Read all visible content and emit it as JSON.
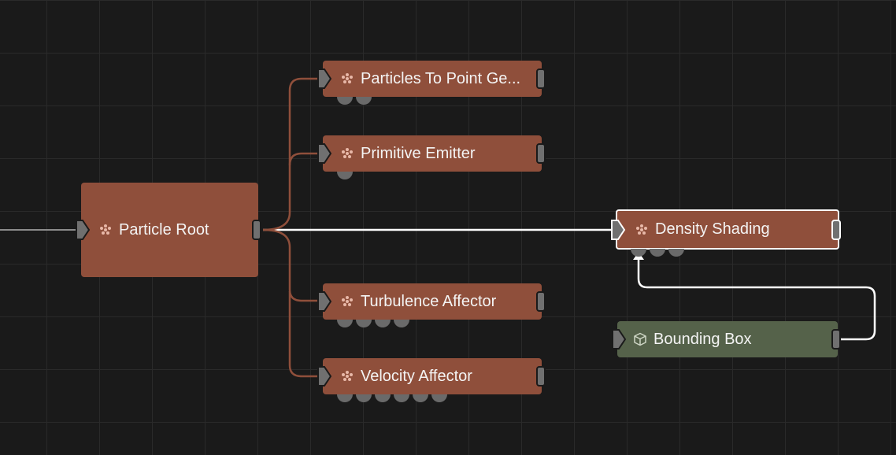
{
  "colors": {
    "particle_node": "#8f4f3b",
    "geometry_node": "#55624a",
    "particle_wire": "#8f4f3b",
    "main_wire": "#ffffff",
    "grid": "#2a2a2a",
    "canvas": "#1a1a1a"
  },
  "nodes": {
    "particle_root": {
      "label": "Particle Root",
      "icon": "particles-icon"
    },
    "particles_to_point": {
      "label": "Particles To Point Ge...",
      "icon": "particles-icon",
      "sub_ports": 2
    },
    "primitive_emitter": {
      "label": "Primitive Emitter",
      "icon": "particles-icon",
      "sub_ports": 1
    },
    "turbulence_affector": {
      "label": "Turbulence Affector",
      "icon": "particles-icon",
      "sub_ports": 4
    },
    "velocity_affector": {
      "label": "Velocity Affector",
      "icon": "particles-icon",
      "sub_ports": 6
    },
    "density_shading": {
      "label": "Density Shading",
      "icon": "particles-icon",
      "sub_ports": 3,
      "selected": true
    },
    "bounding_box": {
      "label": "Bounding Box",
      "icon": "cube-icon"
    }
  }
}
